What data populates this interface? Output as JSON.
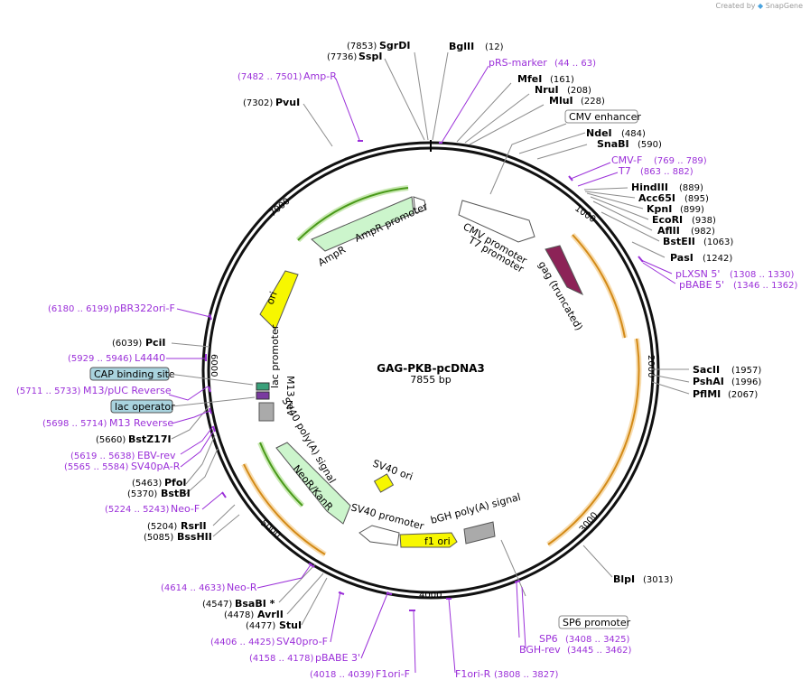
{
  "credit": {
    "text": "Created by",
    "brand": "SnapGene"
  },
  "plasmid": {
    "name": "GAG-PKB-pcDNA3",
    "size_label": "7855 bp"
  },
  "ticks": [
    "1000",
    "2000",
    "3000",
    "4000",
    "5000",
    "6000",
    "7000"
  ],
  "enzymes": {
    "SgrDI": {
      "name": "SgrDI",
      "pos": "(7853)"
    },
    "SspI": {
      "name": "SspI",
      "pos": "(7736)"
    },
    "BglII": {
      "name": "BglII",
      "pos": "(12)"
    },
    "MfeI": {
      "name": "MfeI",
      "pos": "(161)"
    },
    "NruI": {
      "name": "NruI",
      "pos": "(208)"
    },
    "MluI": {
      "name": "MluI",
      "pos": "(228)"
    },
    "NdeI": {
      "name": "NdeI",
      "pos": "(484)"
    },
    "SnaBI": {
      "name": "SnaBI",
      "pos": "(590)"
    },
    "HindIII": {
      "name": "HindIII",
      "pos": "(889)"
    },
    "Acc65I": {
      "name": "Acc65I",
      "pos": "(895)"
    },
    "KpnI": {
      "name": "KpnI",
      "pos": "(899)"
    },
    "EcoRI": {
      "name": "EcoRI",
      "pos": "(938)"
    },
    "AflII": {
      "name": "AflII",
      "pos": "(982)"
    },
    "BstEII": {
      "name": "BstEII",
      "pos": "(1063)"
    },
    "PasI": {
      "name": "PasI",
      "pos": "(1242)"
    },
    "SacII": {
      "name": "SacII",
      "pos": "(1957)"
    },
    "PshAI": {
      "name": "PshAI",
      "pos": "(1996)"
    },
    "PflMI": {
      "name": "PflMI",
      "pos": "(2067)"
    },
    "BlpI": {
      "name": "BlpI",
      "pos": "(3013)"
    },
    "PvuI": {
      "name": "PvuI",
      "pos": "(7302)"
    },
    "PciI": {
      "name": "PciI",
      "pos": "(6039)"
    },
    "BstZ17I": {
      "name": "BstZ17I",
      "pos": "(5660)"
    },
    "PfoI": {
      "name": "PfoI",
      "pos": "(5463)"
    },
    "BstBI": {
      "name": "BstBI",
      "pos": "(5370)"
    },
    "RsrII": {
      "name": "RsrII",
      "pos": "(5204)"
    },
    "BssHII": {
      "name": "BssHII",
      "pos": "(5085)"
    },
    "BsaBI": {
      "name": "BsaBI *",
      "pos": "(4547)"
    },
    "AvrII": {
      "name": "AvrII",
      "pos": "(4478)"
    },
    "StuI": {
      "name": "StuI",
      "pos": "(4477)"
    }
  },
  "primers": {
    "pRSmarker": {
      "name": "pRS-marker",
      "pos": "(44 .. 63)"
    },
    "AmpR": {
      "name": "Amp-R",
      "pos": "(7482 .. 7501)"
    },
    "CMVF": {
      "name": "CMV-F",
      "pos": "(769 .. 789)"
    },
    "T7": {
      "name": "T7",
      "pos": "(863 .. 882)"
    },
    "pLXSN5": {
      "name": "pLXSN 5'",
      "pos": "(1308 .. 1330)"
    },
    "pBABE5": {
      "name": "pBABE 5'",
      "pos": "(1346 .. 1362)"
    },
    "pBR322oriF": {
      "name": "pBR322ori-F",
      "pos": "(6180 .. 6199)"
    },
    "L4440": {
      "name": "L4440",
      "pos": "(5929 .. 5946)"
    },
    "M13pUCRev": {
      "name": "M13/pUC Reverse",
      "pos": "(5711 .. 5733)"
    },
    "M13Reverse": {
      "name": "M13 Reverse",
      "pos": "(5698 .. 5714)"
    },
    "EBVrev": {
      "name": "EBV-rev",
      "pos": "(5619 .. 5638)"
    },
    "SV40pAR": {
      "name": "SV40pA-R",
      "pos": "(5565 .. 5584)"
    },
    "NeoF": {
      "name": "Neo-F",
      "pos": "(5224 .. 5243)"
    },
    "NeoR": {
      "name": "Neo-R",
      "pos": "(4614 .. 4633)"
    },
    "SV40proF": {
      "name": "SV40pro-F",
      "pos": "(4406 .. 4425)"
    },
    "pBABE3": {
      "name": "pBABE 3'",
      "pos": "(4158 .. 4178)"
    },
    "F1oriF": {
      "name": "F1ori-F",
      "pos": "(4018 .. 4039)"
    },
    "F1oriR": {
      "name": "F1ori-R",
      "pos": "(3808 .. 3827)"
    },
    "SP6": {
      "name": "SP6",
      "pos": "(3408 .. 3425)"
    },
    "BGHrev": {
      "name": "BGH-rev",
      "pos": "(3445 .. 3462)"
    }
  },
  "boxed_labels": {
    "cmv_enhancer": "CMV enhancer",
    "sp6_promoter": "SP6 promoter",
    "cap_binding_site": "CAP binding site",
    "lac_operator": "lac operator"
  },
  "features": {
    "ampr_promoter": "AmpR promoter",
    "ampr": "AmpR",
    "ori": "ori",
    "cmv_promoter": "CMV promoter",
    "t7_promoter": "T7 promoter",
    "gag": "gag (truncated)",
    "lac_promoter": "lac promoter",
    "m13_rev": "M13 rev",
    "sv40_polya": "SV40 poly(A) signal",
    "neor": "NeoR/KanR",
    "sv40_ori": "SV40 ori",
    "sv40_promoter": "SV40 promoter",
    "f1_ori": "f1 ori",
    "bgh_polya": "bGH poly(A) signal"
  },
  "colors": {
    "primer": "#9b30d9",
    "ampr_fill": "#ccf5cc",
    "ori_fill": "#f7f700",
    "gag_fill": "#8c2357",
    "orange_arc": "#d38a17",
    "green_arc": "#4a9a1a"
  }
}
